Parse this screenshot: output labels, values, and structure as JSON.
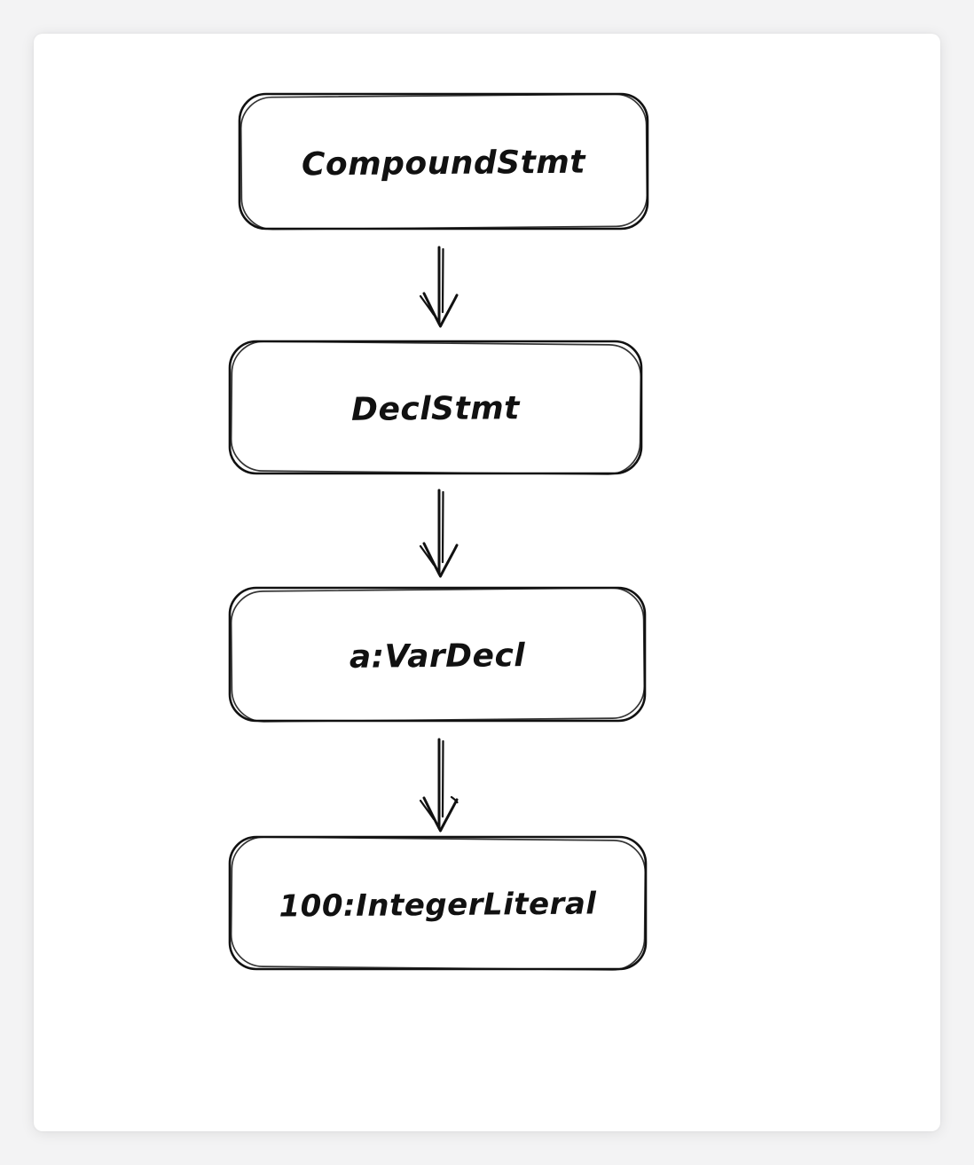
{
  "page": {
    "background_color": "#f3f3f4",
    "card_background_color": "#ffffff"
  },
  "diagram": {
    "type": "flowchart",
    "style": "hand-drawn",
    "stroke_color": "#111111",
    "nodes": [
      {
        "label": "CompoundStmt"
      },
      {
        "label": "DeclStmt"
      },
      {
        "label": "a:VarDecl"
      },
      {
        "label": "100:IntegerLiteral"
      }
    ],
    "edges": [
      {
        "from": "CompoundStmt",
        "to": "DeclStmt",
        "direction": "down"
      },
      {
        "from": "DeclStmt",
        "to": "a:VarDecl",
        "direction": "down"
      },
      {
        "from": "a:VarDecl",
        "to": "100:IntegerLiteral",
        "direction": "down"
      }
    ]
  }
}
